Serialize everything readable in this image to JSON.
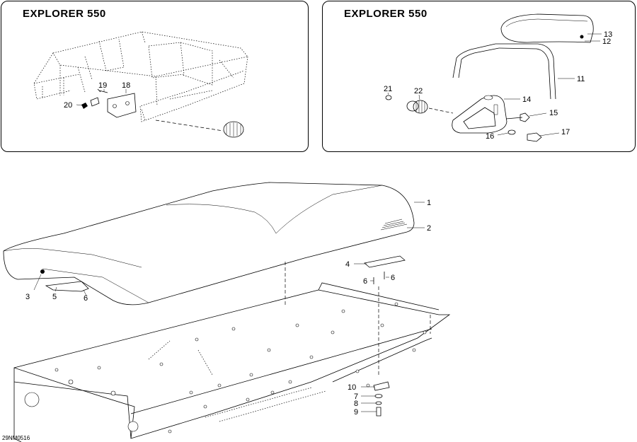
{
  "panels": {
    "left": {
      "title": "EXPLORER 550"
    },
    "right": {
      "title": "EXPLORER 550"
    }
  },
  "callouts": {
    "main": [
      "1",
      "2",
      "3",
      "4",
      "5",
      "6",
      "6",
      "6",
      "7",
      "8",
      "9",
      "10"
    ],
    "left": [
      "18",
      "19",
      "20"
    ],
    "right": [
      "11",
      "12",
      "13",
      "14",
      "15",
      "16",
      "17",
      "21",
      "22"
    ]
  },
  "reference_code": "29NM0516"
}
